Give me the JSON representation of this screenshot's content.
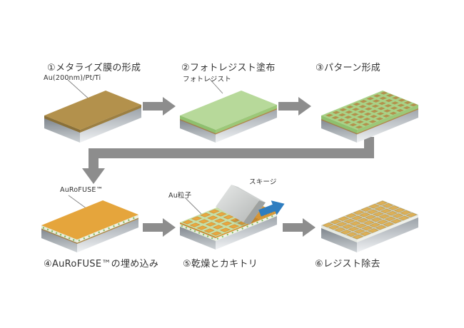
{
  "steps": [
    {
      "title": "①メタライズ膜の形成",
      "label": "Au(200nm)/Pt/Ti"
    },
    {
      "title": "②フォトレジスト塗布",
      "label": "フォトレジスト"
    },
    {
      "title": "③パターン形成"
    },
    {
      "title": "④AuRoFUSE™の埋め込み",
      "label": "AuRoFUSE™"
    },
    {
      "title": "⑤乾燥とカキトリ",
      "label_particles": "Au粒子",
      "label_squeegee": "スキージ"
    },
    {
      "title": "⑥レジスト除去"
    }
  ],
  "colors": {
    "text": "#333333",
    "arrow_grey": "#8d8d8d",
    "arrow_blue": "#2e7dc0",
    "metallize_gold": "#b3914c",
    "photoresist_green": "#b7d99a",
    "aurofuse_orange": "#e5a53c",
    "dried_gold": "#d9ad57",
    "substrate_dark": "#767d85",
    "substrate_light": "#f0f2f4"
  }
}
